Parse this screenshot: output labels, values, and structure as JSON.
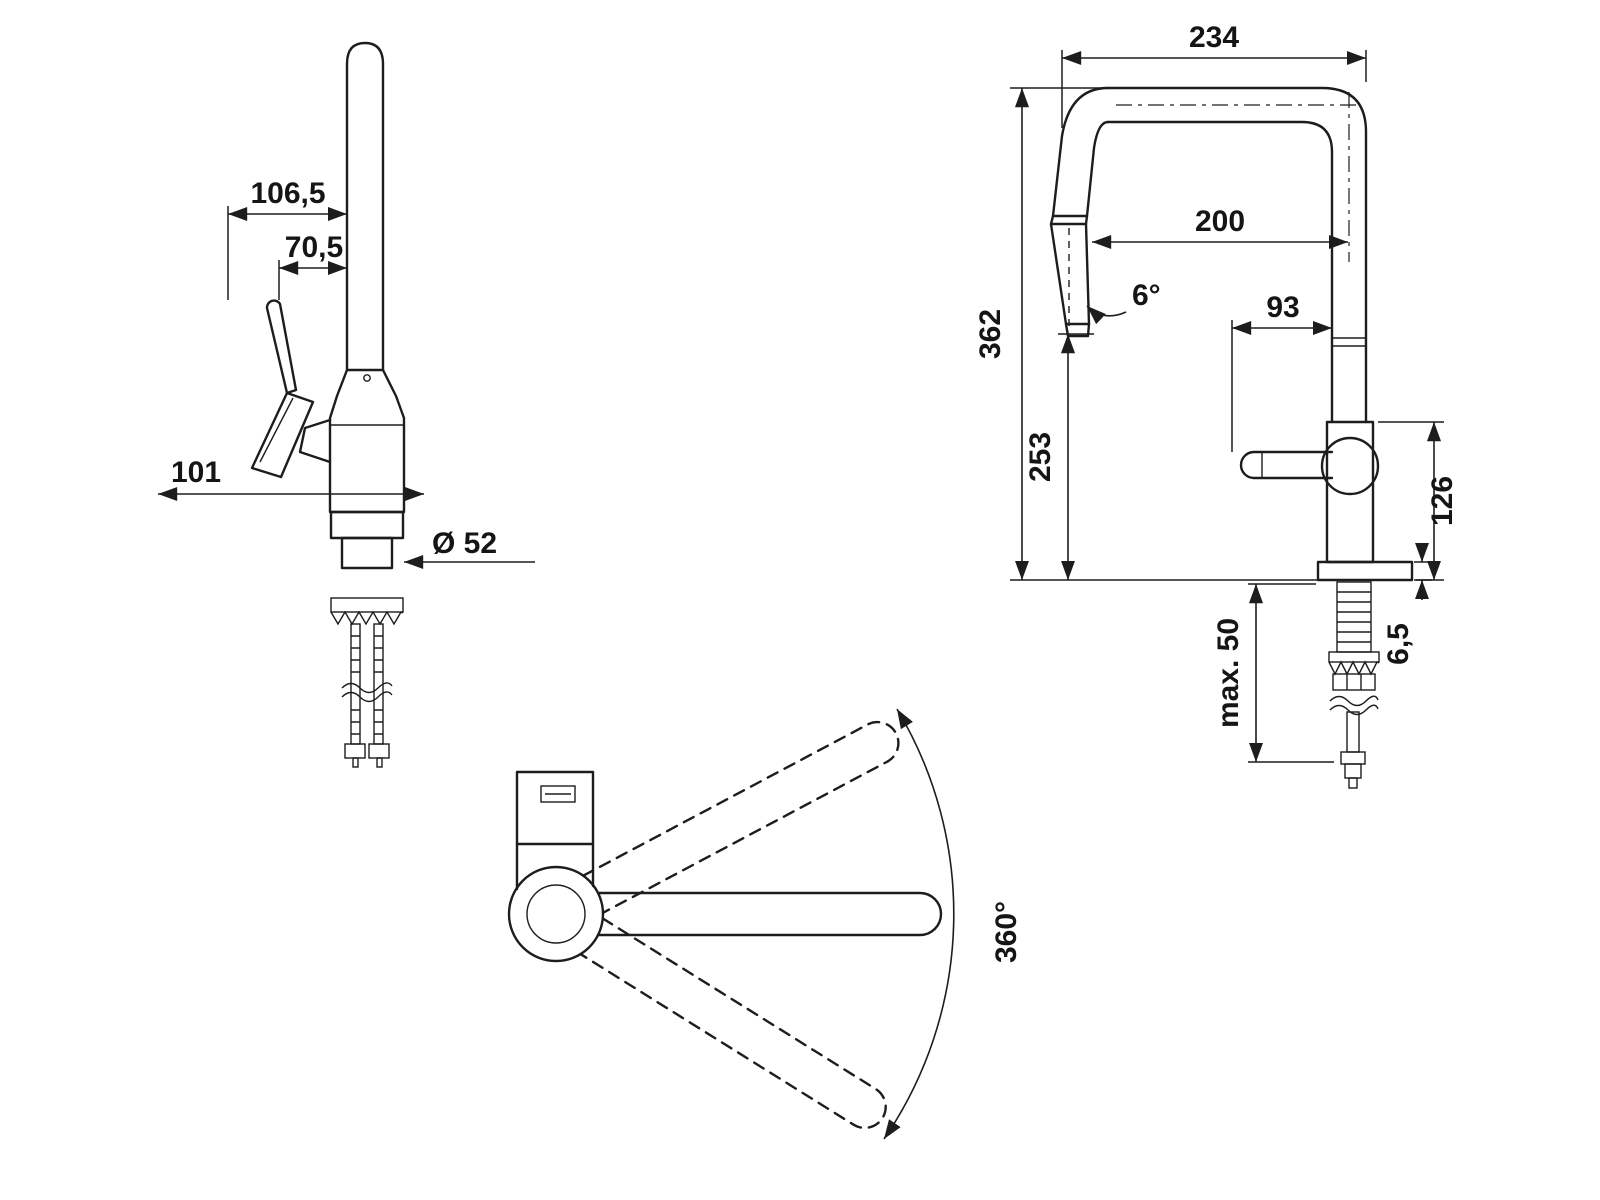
{
  "drawing": {
    "kind": "faucet technical dimension drawing",
    "line_color": "#1d1d1d",
    "background": "#ffffff",
    "units": "mm"
  },
  "side_view": {
    "dim_spout_offset_total": "106,5",
    "dim_spout_offset_inner": "70,5",
    "dim_handle_reach": "101",
    "dim_base_diameter": "Ø 52"
  },
  "front_view": {
    "dim_spout_span": "234",
    "dim_spout_reach": "200",
    "dim_handle_length": "93",
    "dim_total_height": "362",
    "dim_outlet_height": "253",
    "dim_body_height": "126",
    "dim_spray_angle": "6°",
    "dim_max_counter_thickness": "max. 50",
    "dim_base_plate_height": "6,5"
  },
  "top_view": {
    "dim_swivel_angle": "360°"
  }
}
